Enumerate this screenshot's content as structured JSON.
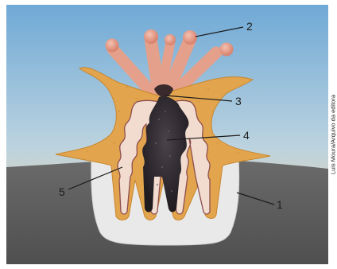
{
  "callouts": [
    {
      "id": "1",
      "label": "1"
    },
    {
      "id": "2",
      "label": "2"
    },
    {
      "id": "3",
      "label": "3"
    },
    {
      "id": "4",
      "label": "4"
    },
    {
      "id": "5",
      "label": "5"
    }
  ],
  "credit": "Luis Moura/Arquivo da editora",
  "colors": {
    "sky_top": "#7fb4dc",
    "sky_bottom": "#e9c79a",
    "substrate": "#5e5e5e",
    "skeleton_cup": "#e8e8e8",
    "polyp_body": "#e3a84c",
    "tentacles": "#e7a58f",
    "inner_tissue": "#f3dcd0",
    "gastric_cavity": "#2e2a2e"
  }
}
